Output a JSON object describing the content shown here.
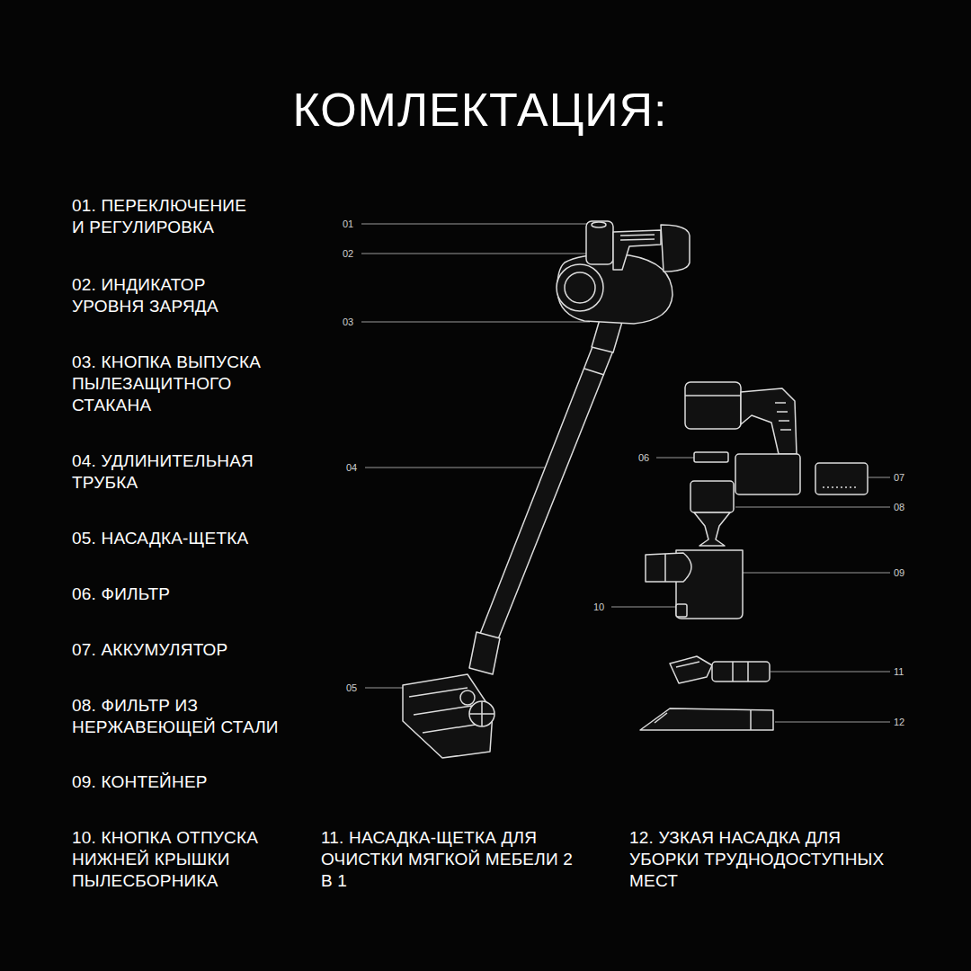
{
  "diagram": {
    "title": "КОМЛЕКТАЦИЯ:",
    "labels": [
      "01. ПЕРЕКЛЮЧЕНИЕ И РЕГУЛИРОВКА",
      "02. ИНДИКАТОР УРОВНЯ ЗАРЯДА",
      "03. КНОПКА ВЫПУСКА ПЫЛЕЗАЩИТНОГО СТАКАНА",
      "04. УДЛИНИТЕЛЬНАЯ ТРУБКА",
      "05. НАСАДКА-ЩЕТКА",
      "06. ФИЛЬТР",
      "07. АККУМУЛЯТОР",
      "08. ФИЛЬТР ИЗ НЕРЖАВЕЮЩЕЙ СТАЛИ",
      "09. КОНТЕЙНЕР",
      "10. КНОПКА ОТПУСКА НИЖНЕЙ КРЫШКИ ПЫЛЕСБОРНИКА",
      "11. НАСАДКА-ЩЕТКА ДЛЯ ОЧИСТКИ МЯГКОЙ МЕБЕЛИ 2 В 1",
      "12. УЗКАЯ НАСАДКА ДЛЯ УБОРКИ ТРУДНОДОСТУПНЫХ МЕСТ",
      "01",
      "02",
      "03",
      "04",
      "05",
      "06",
      "07",
      "08",
      "09",
      "10",
      "11",
      "12"
    ]
  }
}
